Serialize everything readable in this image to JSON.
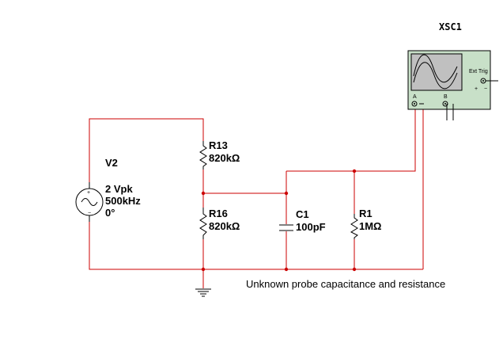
{
  "scope": {
    "ref": "XSC1",
    "channel_a": "A",
    "channel_b": "B",
    "trigger_label": "Ext Trig"
  },
  "source": {
    "ref": "V2",
    "amplitude": "2 Vpk",
    "frequency": "500kHz",
    "phase": "0°"
  },
  "components": [
    {
      "ref": "R13",
      "value": "820kΩ"
    },
    {
      "ref": "R16",
      "value": "820kΩ"
    },
    {
      "ref": "C1",
      "value": "100pF"
    },
    {
      "ref": "R1",
      "value": "1MΩ"
    }
  ],
  "note": "Unknown probe capacitance and resistance",
  "colors": {
    "wire": "#cc0000",
    "scope_body": "#c8e0c8",
    "scope_screen": "#c0c0c0"
  }
}
